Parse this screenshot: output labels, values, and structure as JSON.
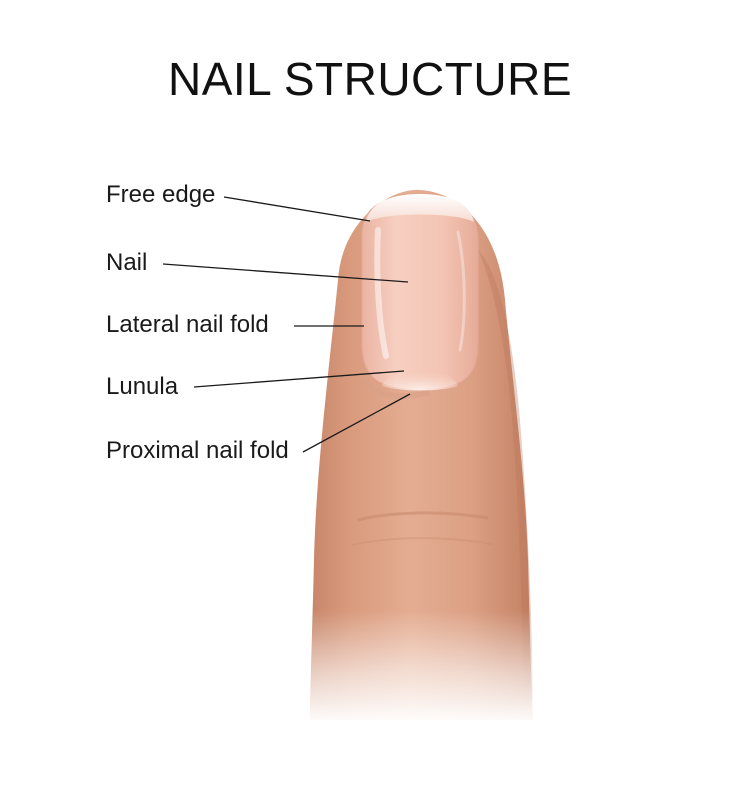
{
  "title": "NAIL STRUCTURE",
  "labels": {
    "free_edge": "Free edge",
    "nail": "Nail",
    "lateral_nail_fold": "Lateral nail  fold",
    "lunula": "Lunula",
    "proximal_nail_fold": "Proximal nail fold"
  },
  "colors": {
    "background": "#ffffff",
    "skin": "#e0a78a",
    "skin_shadow": "#c98566",
    "nail_plate": "#f3c6b6",
    "lunula": "#fbe8e0",
    "leader_line": "#1a1a1a"
  }
}
